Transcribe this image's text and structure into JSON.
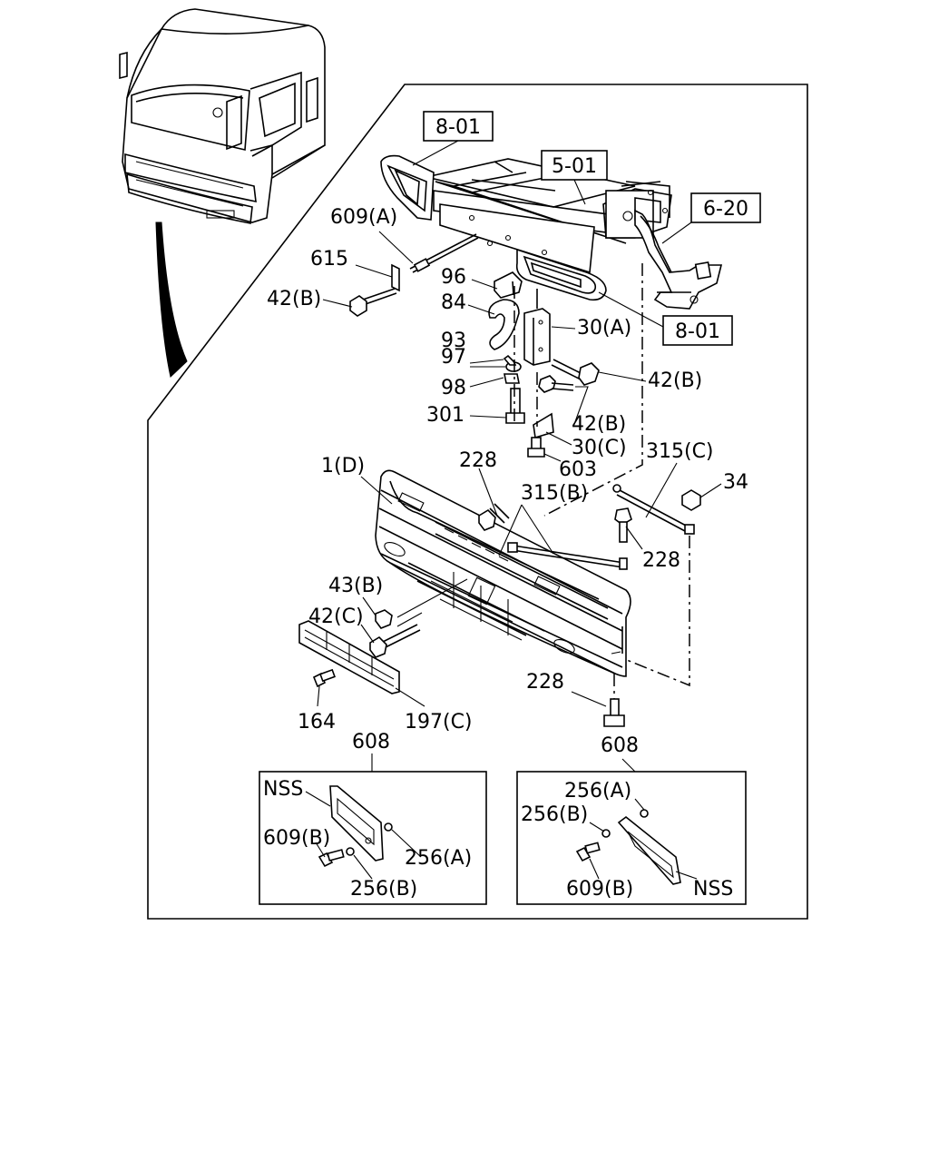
{
  "diagram": {
    "ref_boxes": {
      "frame_top_left": "8-01",
      "frame_center": "5-01",
      "bracket_right": "6-20",
      "frame_bottom_right": "8-01"
    },
    "callouts": {
      "c609A": "609(A)",
      "c615": "615",
      "c42B_left": "42(B)",
      "c96": "96",
      "c84": "84",
      "c30A": "30(A)",
      "c93": "93",
      "c97": "97",
      "c98": "98",
      "c301": "301",
      "c42B_right": "42(B)",
      "c42B_mid": "42(B)",
      "c30C": "30(C)",
      "c603": "603",
      "c228_top": "228",
      "c315B": "315(B)",
      "c315C": "315(C)",
      "c34": "34",
      "c1D": "1(D)",
      "c228_right": "228",
      "c43B": "43(B)",
      "c42C": "42(C)",
      "c164": "164",
      "c197C": "197(C)",
      "c228_bottom": "228",
      "c608_left": "608",
      "c608_right": "608"
    },
    "inset_left": {
      "nss": "NSS",
      "c609B": "609(B)",
      "c256A": "256(A)",
      "c256B": "256(B)"
    },
    "inset_right": {
      "nss": "NSS",
      "c256A": "256(A)",
      "c256B": "256(B)",
      "c609B": "609(B)"
    }
  }
}
